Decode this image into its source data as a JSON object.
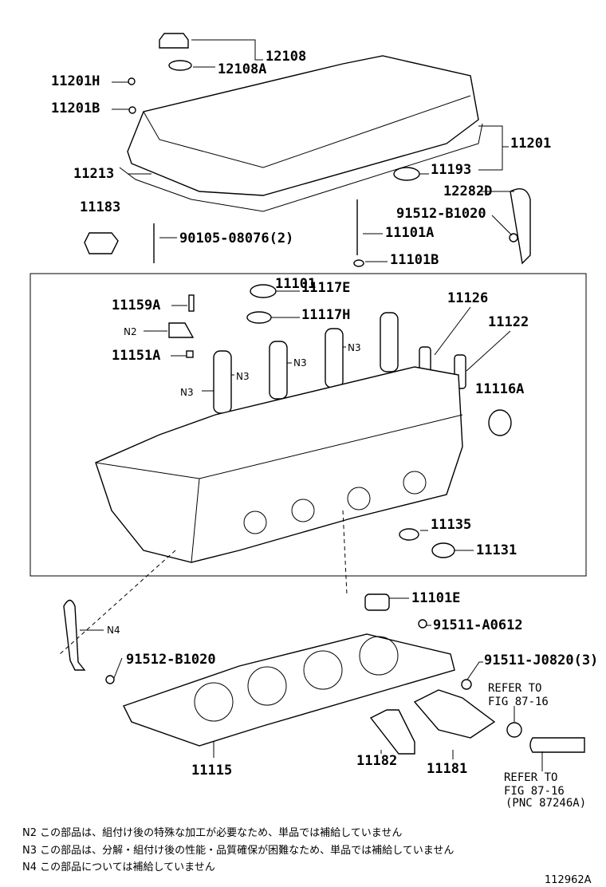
{
  "parts": [
    "12108",
    "12108A",
    "11201H",
    "11201B",
    "11201",
    "11213",
    "11193",
    "12282D",
    "91512-B1020",
    "11183",
    "90105-08076(2)",
    "11101A",
    "11101B",
    "11101",
    "11117E",
    "11117H",
    "11159A",
    "11151A",
    "11126",
    "11122",
    "11116A",
    "11135",
    "11131",
    "11101E",
    "91511-A0612",
    "91512-B1020",
    "91511-J0820(3)",
    "11115",
    "11182",
    "11181"
  ],
  "markers": {
    "n2": "N2",
    "n3": "N3",
    "n4": "N4"
  },
  "refer1": {
    "line1": "REFER TO",
    "line2": "FIG 87-16"
  },
  "refer2": {
    "line1": "REFER TO",
    "line2": "FIG 87-16",
    "line3": "(PNC 87246A)"
  },
  "notes": [
    "N2  この部品は、組付け後の特殊な加工が必要なため、単品では補給していません",
    "N3  この部品は、分解・組付け後の性能・品質確保が困難なため、単品では補給していません",
    "N4  この部品については補給していません"
  ],
  "figure_code": "112962A"
}
